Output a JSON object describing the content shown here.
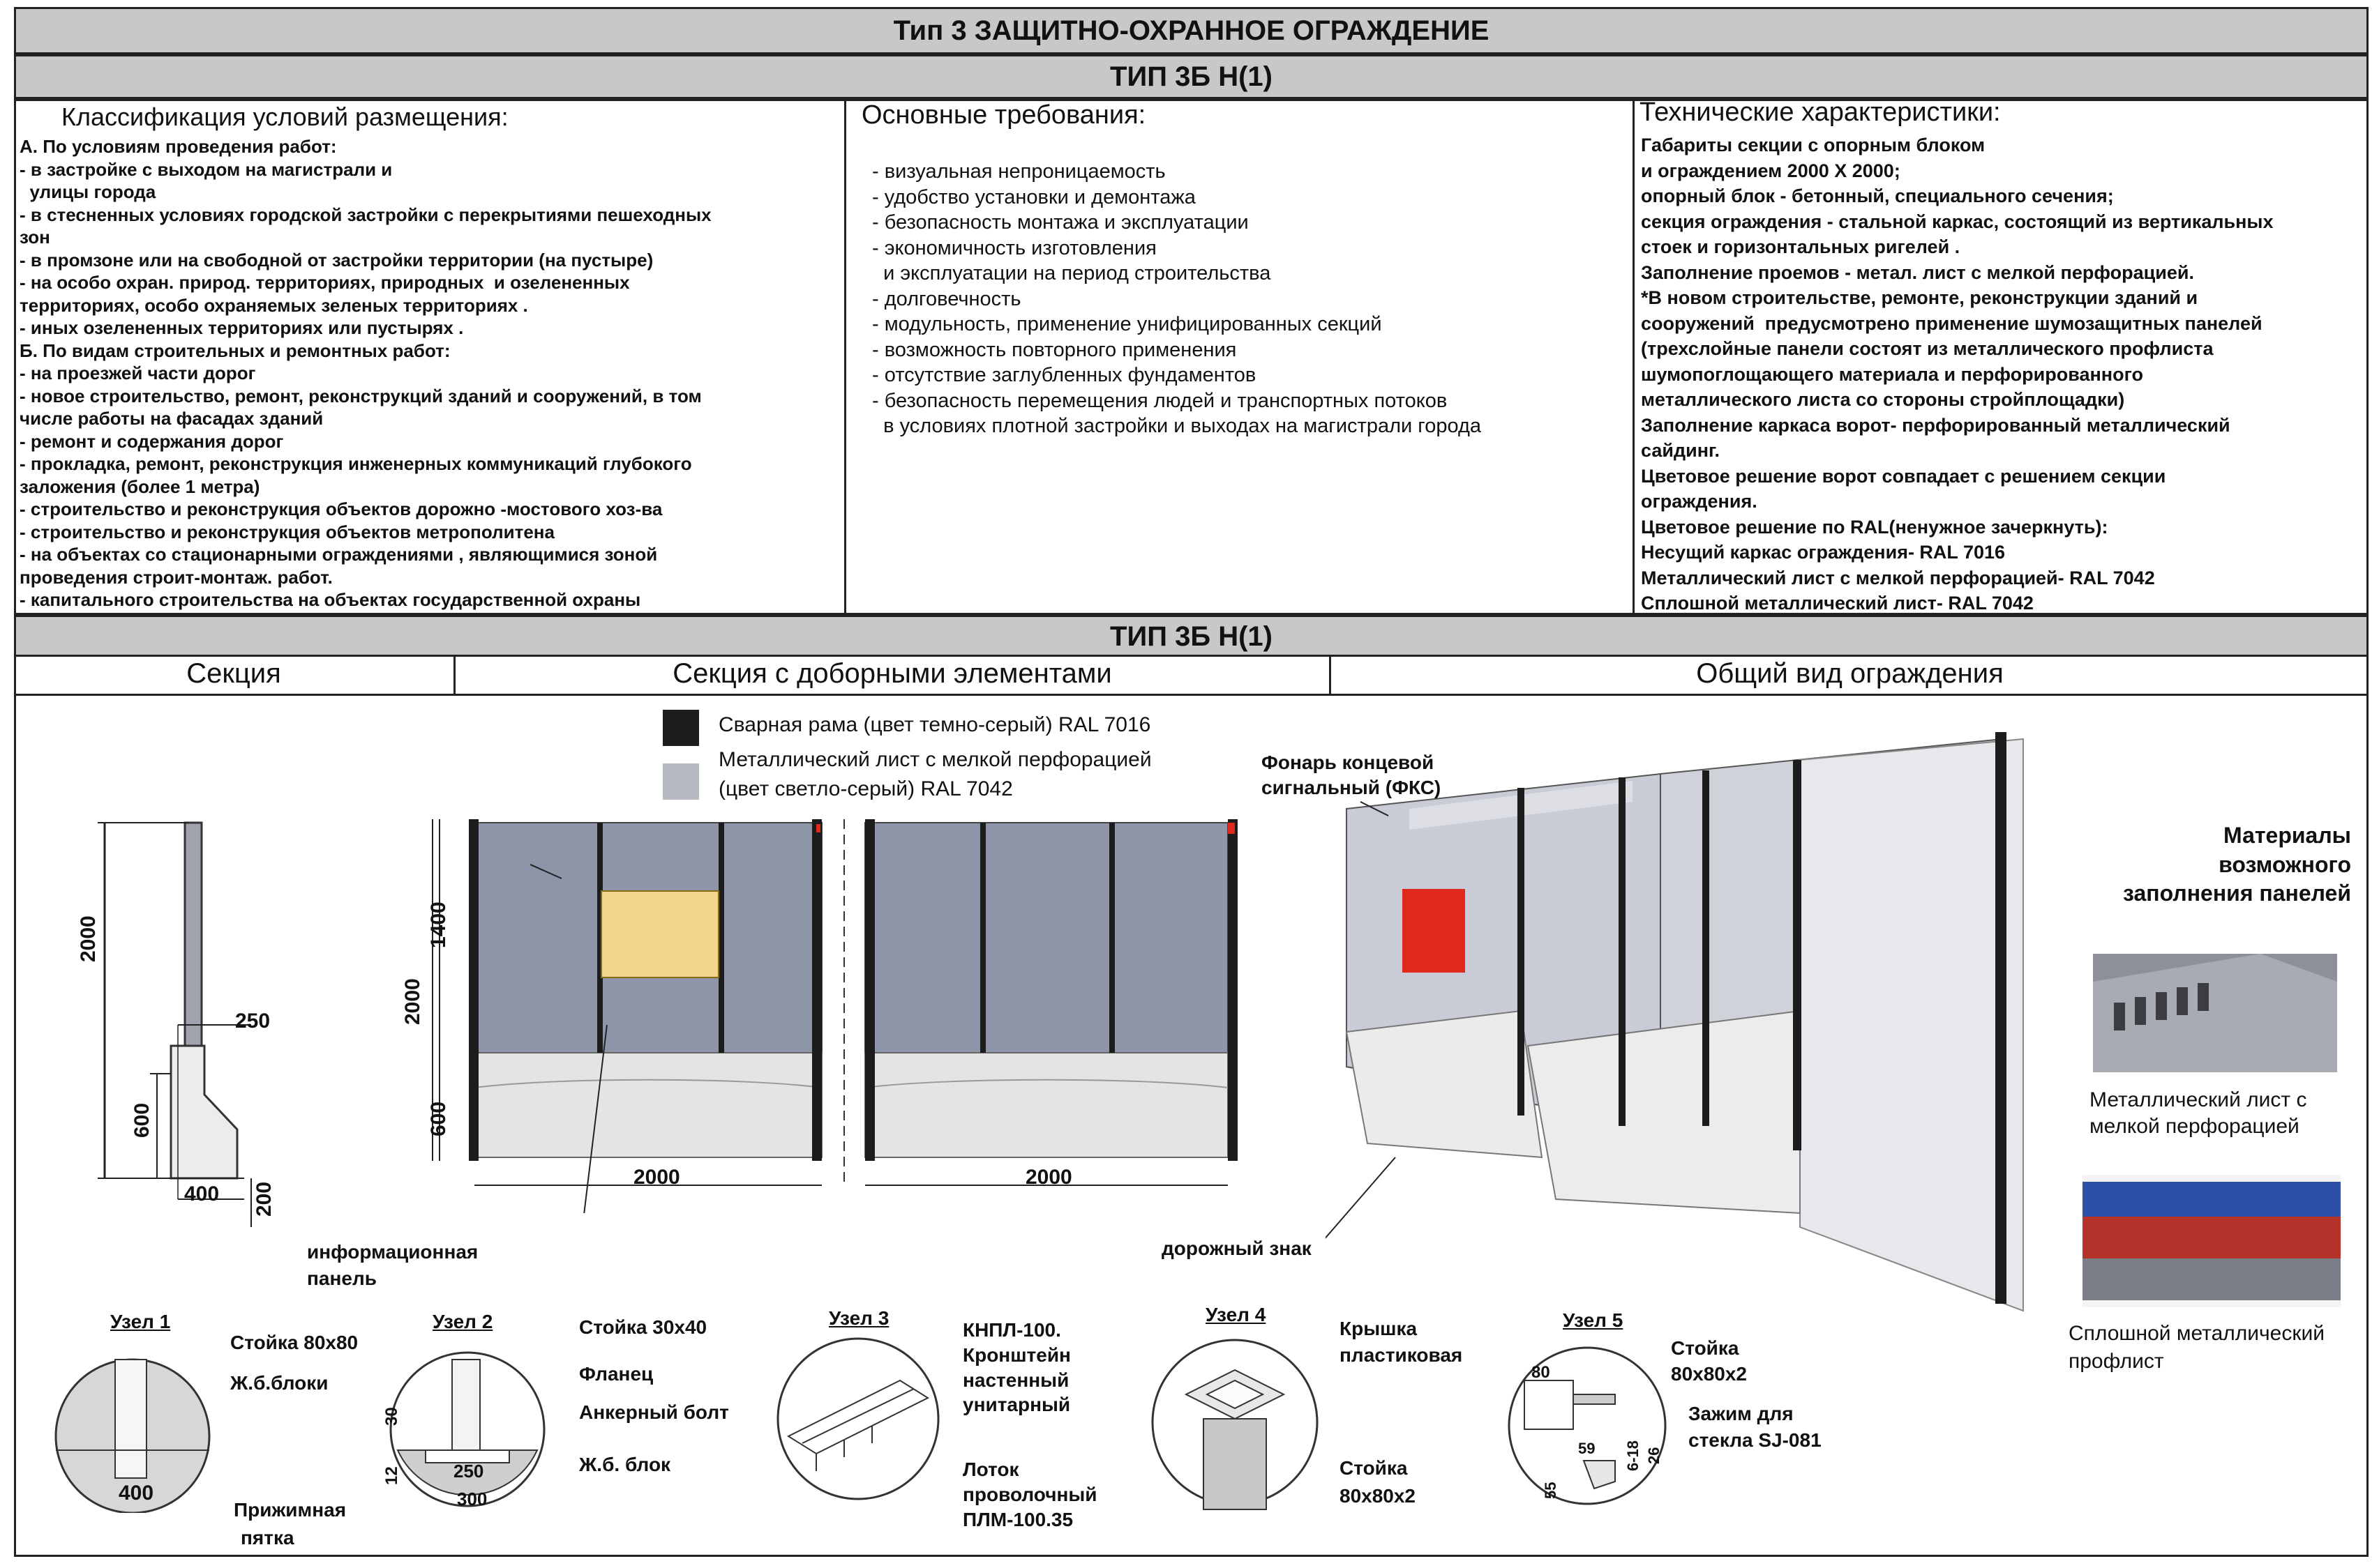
{
  "header": {
    "title": "Тип 3  ЗАЩИТНО-ОХРАННОЕ   ОГРАЖДЕНИЕ",
    "subtitle": "ТИП 3Б Н(1)",
    "subtitle2": "ТИП 3Б Н(1)"
  },
  "columns": {
    "classification": {
      "heading": "Классификация условий размещения:",
      "lines": [
        "А. По условиям проведения работ:",
        "- в застройке с выходом на магистрали и",
        "  улицы города",
        "- в стесненных условиях городской застройки с перекрытиями пешеходных",
        "зон",
        "- в промзоне или на свободной от застройки территории (на пустыре)",
        "- на особо охран. природ. территориях, природных  и озелененных",
        "территориях, особо охраняемых зеленых территориях .",
        "- иных озелененных территориях или пустырях .",
        "Б. По видам строительных и ремонтных работ:",
        "- на проезжей части дорог",
        "- новое строительство, ремонт, реконструкций зданий и сооружений, в том",
        "числе работы на фасадах зданий",
        "- ремонт и содержания дорог",
        "- прокладка, ремонт, реконструкция инженерных коммуникаций глубокого",
        "заложения (более 1 метра)",
        "- строительство и реконструкция объектов дорожно -мостового хоз-ва",
        "- строительство и реконструкция объектов метрополитена",
        "- на объектах со стационарными ограждениями , являющимися зоной",
        "проведения строит-монтаж. работ.",
        "- капитального строительства на объектах государственной охраны"
      ]
    },
    "requirements": {
      "heading": "Основные требования:",
      "lines": [
        "- визуальная непроницаемость",
        "- удобство установки и демонтажа",
        "- безопасность монтажа и эксплуатации",
        "- экономичность изготовления",
        "  и эксплуатации на период строительства",
        "- долговечность",
        "- модульность, применение унифицированных секций",
        "- возможность повторного применения",
        "- отсутствие заглубленных фундаментов",
        "- безопасность перемещения людей и транспортных потоков",
        "  в условиях плотной застройки и выходах на магистрали города"
      ]
    },
    "specs": {
      "heading": "Технические характеристики:",
      "lines": [
        "Габариты секции с опорным блоком",
        "и ограждением 2000 Х 2000;",
        "опорный блок - бетонный, специального сечения;",
        "секция ограждения - стальной каркас, состоящий из вертикальных",
        "стоек и горизонтальных ригелей .",
        "Заполнение проемов - метал. лист с мелкой перфорацией.",
        "*В новом строительстве, ремонте, реконструкции зданий и",
        "сооружений  предусмотрено применение шумозащитных панелей",
        "(трехслойные панели состоят из металлического профлиста",
        "шумопоглощающего материала и перфорированного",
        "металлического листа со стороны стройплощадки)",
        "Заполнение каркаса ворот- перфорированный металлический",
        "сайдинг.",
        "Цветовое решение ворот совпадает с решением секции",
        "ограждения.",
        "Цветовое решение по RAL(ненужное зачеркнуть):",
        "Несущий каркас ограждения- RAL 7016",
        "Металлический лист с мелкой перфорацией- RAL 7042",
        "Сплошной металлический лист- RAL 7042"
      ]
    }
  },
  "sections": {
    "section": "Секция",
    "section_extra": "Секция с доборными элементами",
    "general_view": "Общий вид ограждения"
  },
  "legend": {
    "frame": "Сварная рама (цвет темно-серый)  RAL 7016",
    "sheet_line1": "Металлический лист с мелкой перфорацией",
    "sheet_line2": "(цвет светло-серый)  RAL 7042",
    "frame_color": "#1c1c1c",
    "sheet_color": "#b8bac2"
  },
  "section_dims": {
    "height": "2000",
    "block_top": "250",
    "block_h": "600",
    "base_w": "400",
    "base_h": "200"
  },
  "elev_dims": {
    "total_h": "2000",
    "upper_h": "1400",
    "lower_h": "600",
    "width1": "2000",
    "width2": "2000"
  },
  "callouts": {
    "info_panel_l1": "информационная",
    "info_panel_l2": "панель",
    "road_sign": "дорожный знак",
    "lamp_l1": "Фонарь концевой",
    "lamp_l2": "сигнальный (ФКС)"
  },
  "materials": {
    "title_l1": "Материалы",
    "title_l2": "возможного",
    "title_l3": "заполнения панелей",
    "perforated_l1": "Металлический лист с",
    "perforated_l2": "мелкой перфорацией",
    "solid_l1": "Сплошной металлический",
    "solid_l2": "профлист"
  },
  "nodes": {
    "n1": {
      "title": "Узел 1",
      "post": "Стойка 80х80",
      "blocks": "Ж.б.блоки",
      "dim": "400",
      "heel_l1": "Прижимная",
      "heel_l2": "пятка"
    },
    "n2": {
      "title": "Узел 2",
      "post": "Стойка 30х40",
      "flange": "Фланец",
      "bolt": "Анкерный болт",
      "block": "Ж.б. блок",
      "d30": "30",
      "d12": "12",
      "d250": "250",
      "d300": "300"
    },
    "n3": {
      "title": "Узел 3",
      "bracket_l1": "КНПЛ-100.",
      "bracket_l2": "Кронштейн",
      "bracket_l3": "настенный",
      "bracket_l4": "унитарный",
      "tray_l1": "Лоток",
      "tray_l2": "проволочный",
      "tray_l3": "ПЛМ-100.35"
    },
    "n4": {
      "title": "Узел 4",
      "cap_l1": "Крышка",
      "cap_l2": "пластиковая",
      "post_l1": "Стойка",
      "post_l2": "80х80х2"
    },
    "n5": {
      "title": "Узел 5",
      "post_l1": "Стойка",
      "post_l2": "80х80х2",
      "clamp_l1": "Зажим для",
      "clamp_l2": "стекла SJ-081",
      "d80": "80",
      "d59": "59",
      "d618": "6-18",
      "d26": "26",
      "d55": "55"
    }
  },
  "colors": {
    "frame": "#1c1c1c",
    "panel": "#8e95a8",
    "block": "#e4e4e4",
    "info": "#f1d58a",
    "red": "#e0281c",
    "band": "#c8c8c8"
  }
}
